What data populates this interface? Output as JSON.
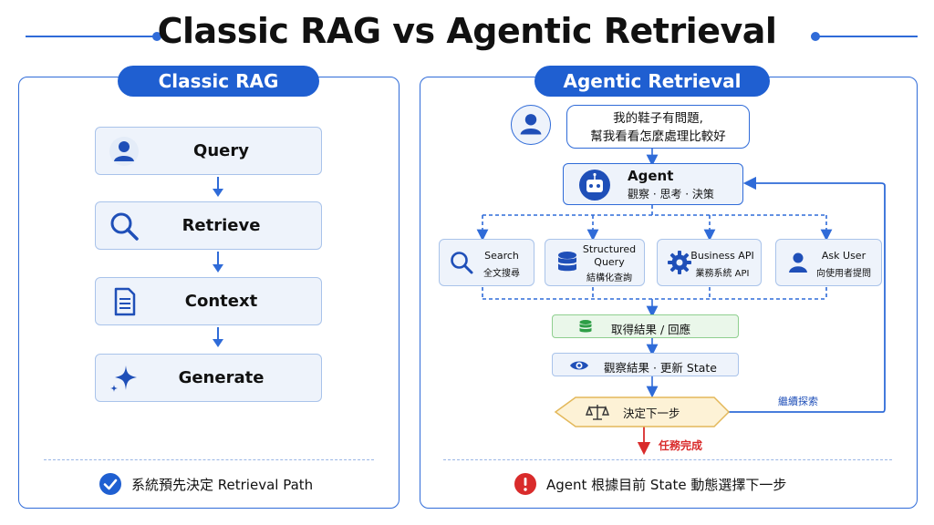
{
  "title": "Classic RAG vs Agentic Retrieval",
  "classic": {
    "heading": "Classic RAG",
    "steps": [
      {
        "label": "Query",
        "icon": "user-icon"
      },
      {
        "label": "Retrieve",
        "icon": "search-icon"
      },
      {
        "label": "Context",
        "icon": "document-icon"
      },
      {
        "label": "Generate",
        "icon": "sparkle-icon"
      }
    ],
    "footer": "系統預先決定 Retrieval Path",
    "footer_icon": "check-circle-icon"
  },
  "agentic": {
    "heading": "Agentic Retrieval",
    "user_bubble_line1": "我的鞋子有問題,",
    "user_bubble_line2": "幫我看看怎麼處理比較好",
    "agent_title": "Agent",
    "agent_subtitle": "觀察 · 思考 · 決策",
    "tools": [
      {
        "name": "Search",
        "sub": "全文搜尋",
        "icon": "search-icon"
      },
      {
        "name_line1": "Structured",
        "name_line2": "Query",
        "sub": "結構化查詢",
        "icon": "database-icon"
      },
      {
        "name": "Business API",
        "sub": "業務系統 API",
        "icon": "gear-icon"
      },
      {
        "name": "Ask User",
        "sub": "向使用者提問",
        "icon": "user-icon"
      }
    ],
    "results_label": "取得結果 / 回應",
    "observe_label": "觀察結果 · 更新 State",
    "decide_label": "決定下一步",
    "continue_label": "繼續探索",
    "done_label": "任務完成",
    "footer": "Agent 根據目前 State 動態選擇下一步",
    "footer_icon": "alert-circle-icon"
  },
  "colors": {
    "accent": "#1f5fd1",
    "line": "#2f6bd8",
    "box_fill": "#eef3fb",
    "green": "#2e9e46",
    "warn_red": "#d92b2b",
    "diamond_fill": "#fdf2d6"
  }
}
